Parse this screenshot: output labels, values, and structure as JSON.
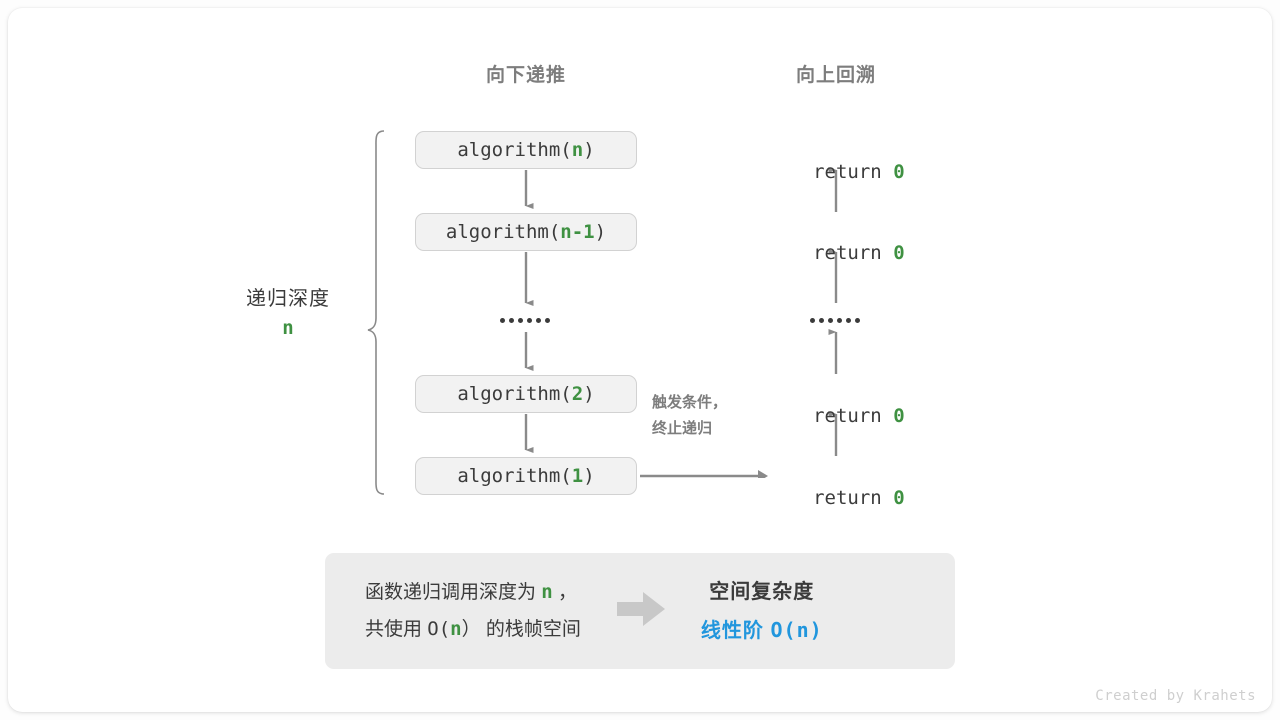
{
  "columns": {
    "down_title": "向下递推",
    "up_title": "向上回溯"
  },
  "call_stack": [
    {
      "prefix": "algorithm(",
      "arg": "n",
      "suffix": ")"
    },
    {
      "prefix": "algorithm(",
      "arg": "n-1",
      "suffix": ")"
    },
    {
      "prefix": "algorithm(",
      "arg": "2",
      "suffix": ")"
    },
    {
      "prefix": "algorithm(",
      "arg": "1",
      "suffix": ")"
    }
  ],
  "returns": [
    {
      "keyword": "return ",
      "value": "0"
    },
    {
      "keyword": "return ",
      "value": "0"
    },
    {
      "keyword": "return ",
      "value": "0"
    },
    {
      "keyword": "return ",
      "value": "0"
    }
  ],
  "ellipsis": {
    "dot_count": 6
  },
  "depth": {
    "label": "递归深度",
    "value": "n"
  },
  "trigger": {
    "line1": "触发条件，",
    "line2": "终止递归"
  },
  "summary": {
    "left_line1_a": "函数递归调用深度为 ",
    "left_line1_n": "n",
    "left_line1_b": " ，",
    "left_line2_a": "共使用 ",
    "left_line2_o": "O(",
    "left_line2_n": "n",
    "left_line2_c": "）",
    "left_line2_b": " 的栈帧空间",
    "arrow_icon": "right-block-arrow",
    "title": "空间复杂度",
    "value_text": "线性阶 ",
    "value_mono": "O(n)"
  },
  "credit": "Created by Krahets",
  "colors": {
    "green": "#3f9142",
    "blue": "#2196dd",
    "gray_text": "#7d7d7d",
    "dark_text": "#3b3b3b",
    "box_fill": "#f2f2f2",
    "box_border": "#d2d2d2",
    "arrow": "#8a8a8a",
    "summary_fill": "#ececec"
  }
}
